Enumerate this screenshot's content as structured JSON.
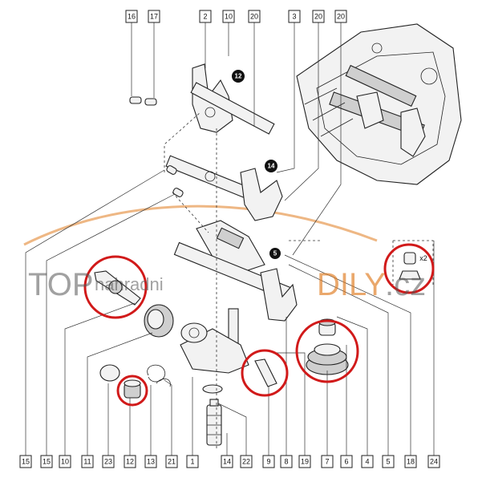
{
  "top_labels": [
    "16",
    "17",
    "2",
    "10",
    "20",
    "3",
    "20",
    "20"
  ],
  "bottom_labels": [
    "15",
    "15",
    "10",
    "11",
    "23",
    "12",
    "13",
    "21",
    "1",
    "14",
    "22",
    "9",
    "8",
    "19",
    "7",
    "6",
    "4",
    "5",
    "18",
    "24"
  ],
  "badges": [
    "12",
    "14",
    "5"
  ],
  "qty_note": "x2",
  "watermark": {
    "part1": "TOP",
    "part2": "nahradni",
    "part3": "DILY",
    "part4": ".cz"
  },
  "colors": {
    "highlight": "#d11a1a",
    "watermark_accent": "#e07b1f",
    "line": "#222222"
  }
}
